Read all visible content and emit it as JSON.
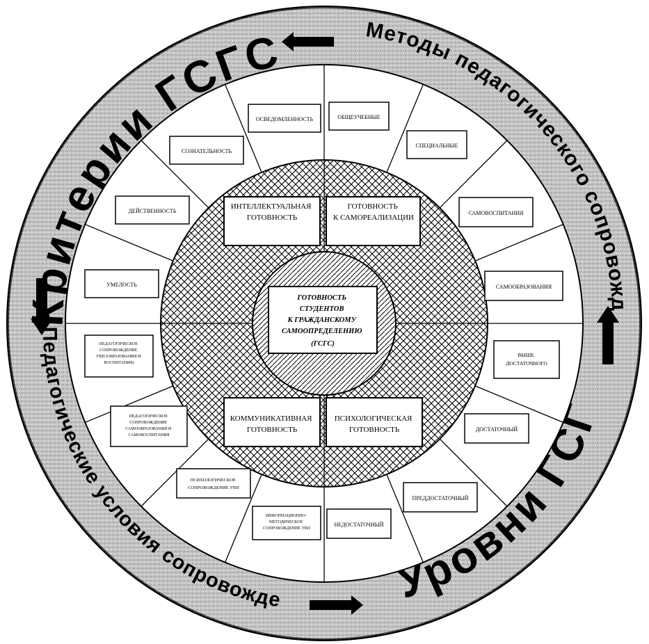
{
  "outer_ring": {
    "top_left": "Критерии ГСГС",
    "top_right": "Методы педагогического сопровождения ГСГС",
    "bottom_left": "Педагогические условия сопровождения ГСГС",
    "bottom_right": "Уровни ГСГС"
  },
  "center": {
    "lines": [
      "ГОТОВНОСТЬ",
      "СТУДЕНТОВ",
      "К ГРАЖДАНСКОМУ",
      "САМООПРЕДЕЛЕНИЮ",
      "(ГСГС)"
    ]
  },
  "components": {
    "intellectual": [
      "ИНТЕЛЛЕКТУАЛЬНАЯ",
      "ГОТОВНОСТЬ"
    ],
    "self_realization": [
      "ГОТОВНОСТЬ",
      "К САМОРЕАЛИЗАЦИИ"
    ],
    "communicative": [
      "КОММУНИКАТИВНАЯ",
      "ГОТОВНОСТЬ"
    ],
    "psychological": [
      "ПСИХОЛОГИЧЕСКАЯ",
      "ГОТОВНОСТЬ"
    ]
  },
  "criteria": {
    "awareness": "ОСВЕДОМЛЕННОСТЬ",
    "consciousness": "СОЗНАТЕЛЬНОСТЬ",
    "effectiveness": "ДЕЙСТВЕННОСТЬ",
    "skill": "УМЕЛОСТЬ"
  },
  "methods": {
    "general": "ОБЩЕУЧЕБНЫЕ",
    "special": "СПЕЦИАЛЬНЫЕ",
    "self_upbringing": "САМОВОСПИТАНИЯ",
    "self_education": "САМООБРАЗОВАНИЯ"
  },
  "levels": {
    "above_sufficient": [
      "ВЫШЕ",
      "ДОСТАТОЧНОГО"
    ],
    "sufficient": "ДОСТАТОЧНЫЙ",
    "pre_sufficient": "ПРЕДДОСТАТОЧНЫЙ",
    "insufficient": "НЕДОСТАТОЧНЫЙ"
  },
  "conditions": {
    "c1": [
      "ПЕДАГОГИЧЕСКОЕ",
      "СОПРОВОЖДЕНИЕ",
      "УВП (ОБРАЗОВАНИЯ И",
      "ВОСПИТАНИЯ)"
    ],
    "c2": [
      "ПЕДАГОГИЧЕСКОЕ",
      "СОПРОВОЖДЕНИЕ",
      "САМООБРАЗОВАНИЯ И",
      "САМОВОСПИТАНИЯ"
    ],
    "c3": [
      "ПСИХОЛОГИЧЕСКОЕ",
      "СОПРОВОЖДЕНИЕ УВП"
    ],
    "c4": [
      "ИНФОРМАЦИОННО-",
      "МЕТОДИЧЕСКОЕ",
      "СОПРОВОЖДЕНИЕ УВП"
    ]
  }
}
